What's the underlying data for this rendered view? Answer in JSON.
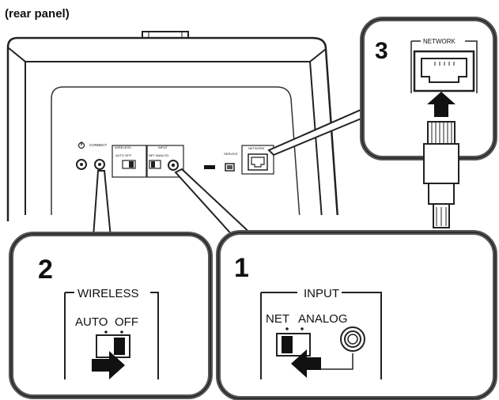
{
  "caption": "(rear panel)",
  "panel": {
    "small_labels": {
      "connect": "CONNECT",
      "wireless": "WIRELESS",
      "wireless_opts": "AUTO  OFF",
      "input": "INPUT",
      "input_opts": "NET  ANALOG",
      "network": "NETWORK"
    }
  },
  "callouts": {
    "step1": {
      "number": "1",
      "title": "INPUT",
      "left_label": "NET",
      "right_label": "ANALOG"
    },
    "step2": {
      "number": "2",
      "title": "WIRELESS",
      "left_label": "AUTO",
      "right_label": "OFF"
    },
    "step3": {
      "number": "3",
      "title": "NETWORK"
    }
  }
}
